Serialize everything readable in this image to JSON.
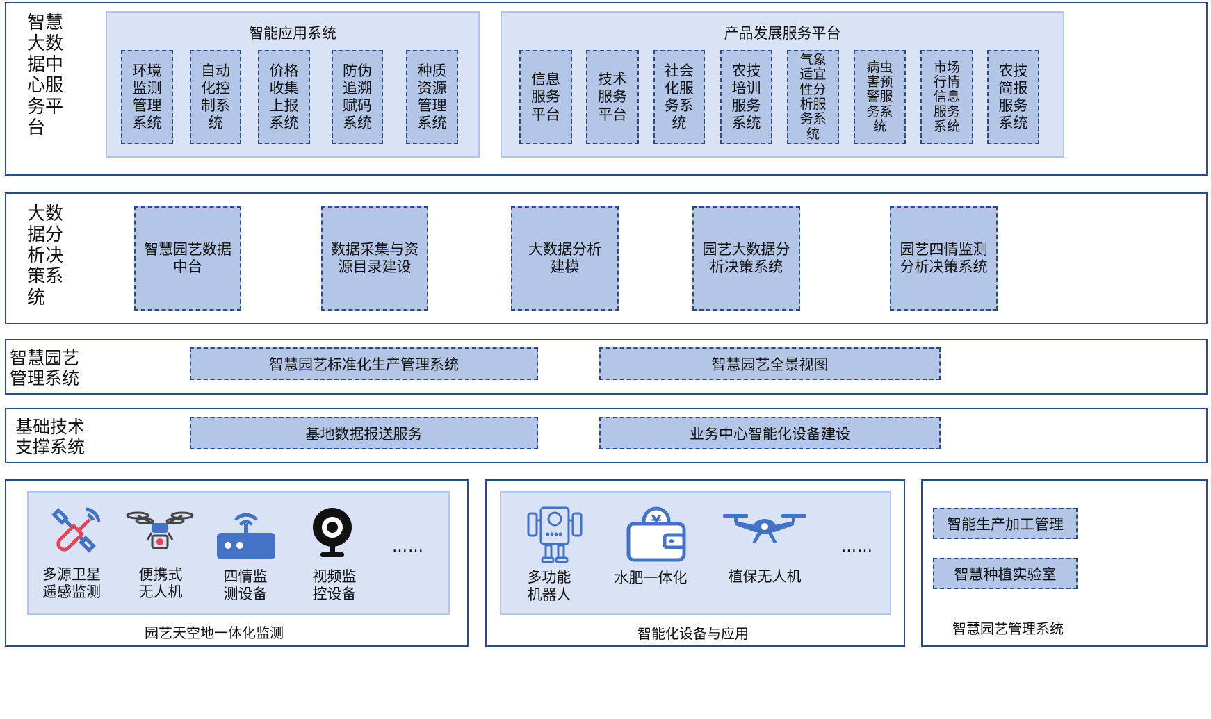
{
  "layer1": {
    "title": "智慧\n大数\n据中\n心服\n务平\n台",
    "group_a": {
      "title": "智能应用系统",
      "items": [
        "环境\n监测\n管理\n系统",
        "自动\n化控\n制系\n统",
        "价格\n收集\n上报\n系统",
        "防伪\n追溯\n赋码\n系统",
        "种质\n资源\n管理\n系统"
      ]
    },
    "group_b": {
      "title": "产品发展服务平台",
      "items": [
        "信息\n服务\n平台",
        "技术\n服务\n平台",
        "社会\n化服\n务系\n统",
        "农技\n培训\n服务\n系统",
        "气象\n适宜\n性分\n析服\n务系\n统",
        "病虫\n害预\n警服\n务系\n统",
        "市场\n行情\n信息\n服务\n系统",
        "农技\n简报\n服务\n系统"
      ]
    }
  },
  "layer2": {
    "title": "大数\n据分\n析决\n策系\n统",
    "items": [
      "智慧园艺数据\n中台",
      "数据采集与资\n源目录建设",
      "大数据分析\n建模",
      "园艺大数据分\n析决策系统",
      "园艺四情监测\n分析决策系统"
    ]
  },
  "layer3": {
    "title": "智慧园艺\n管理系统",
    "items": [
      "智慧园艺标准化生产管理系统",
      "智慧园艺全景视图"
    ]
  },
  "layer4": {
    "title": "基础技术\n支撑系统",
    "items": [
      "基地数据报送服务",
      "业务中心智能化设备建设"
    ]
  },
  "bottom": {
    "monitor": {
      "caption": "园艺天空地一体化监测",
      "devices": [
        {
          "label": "多源卫星\n遥感监测",
          "icon": "satellite-icon"
        },
        {
          "label": "便携式\n无人机",
          "icon": "drone-camera-icon"
        },
        {
          "label": "四情监\n测设备",
          "icon": "router-icon"
        },
        {
          "label": "视频监\n控设备",
          "icon": "webcam-icon"
        }
      ],
      "ellipsis": "……"
    },
    "smart": {
      "caption": "智能化设备与应用",
      "devices": [
        {
          "label": "多功能\n机器人",
          "icon": "robot-icon"
        },
        {
          "label": "水肥一体化",
          "icon": "wallet-icon"
        },
        {
          "label": "植保无人机",
          "icon": "drone-icon"
        }
      ],
      "ellipsis": "……"
    },
    "mgmt": {
      "caption": "智慧园艺管理系统",
      "items": [
        "智能生产加工管理",
        "智慧种植实验室"
      ]
    }
  },
  "colors": {
    "frame_border": "#2f4a7c",
    "panel_fill": "#dae3f5",
    "box_fill": "#b4c6e7",
    "icon_blue": "#4472c4",
    "icon_red": "#e0455a"
  }
}
